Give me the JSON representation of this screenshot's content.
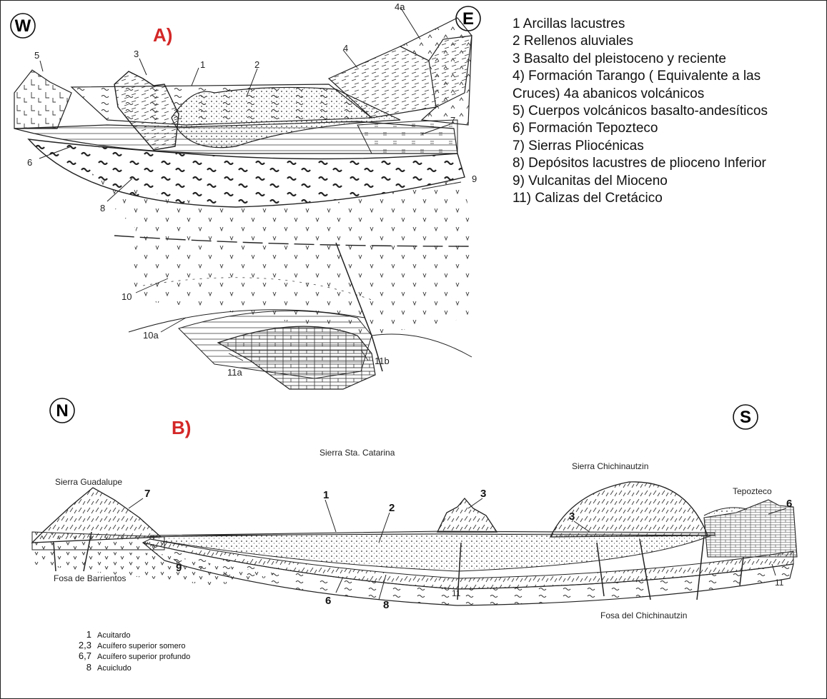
{
  "panel_a": {
    "title": "A)",
    "west_label": "W",
    "east_label": "E",
    "legend": [
      "1 Arcillas lacustres",
      "2 Rellenos aluviales",
      "3 Basalto del pleistoceno y reciente",
      "4) Formación Tarango ( Equivalente a las",
      "Cruces) 4a abanicos volcánicos",
      "5) Cuerpos volcánicos basalto-andesíticos",
      "6) Formación Tepozteco",
      "7) Sierras Pliocénicas",
      "8) Depósitos lacustres de plioceno Inferior",
      "9) Vulcanitas del Mioceno",
      "11) Calizas del Cretácico"
    ],
    "unit_labels": {
      "u1": "1",
      "u2": "2",
      "u3": "3",
      "u4": "4",
      "u4a": "4a",
      "u5": "5",
      "u6": "6",
      "u7": "7",
      "u8": "8",
      "u9": "9",
      "u10": "10",
      "u10a": "10a",
      "u11a": "11a",
      "u11b": "11b"
    }
  },
  "panel_b": {
    "title": "B)",
    "north_label": "N",
    "south_label": "S",
    "places": {
      "sierra_guadalupe": "Sierra Guadalupe",
      "sierra_sta_catarina": "Sierra Sta. Catarina",
      "sierra_chichinautzin": "Sierra Chichinautzin",
      "tepozteco": "Tepozteco",
      "fosa_barrientos": "Fosa de Barrientos",
      "fosa_chichinautzin": "Fosa del Chichinautzin"
    },
    "unit_labels": {
      "u1": "1",
      "u2": "2",
      "u3a": "3",
      "u3b": "3",
      "u6a": "6",
      "u6b": "6",
      "u7": "7",
      "u8": "8",
      "u9": "9",
      "u11a": "11",
      "u11b": "11"
    },
    "legend": [
      {
        "num": "1",
        "text": "Acuitardo"
      },
      {
        "num": "2,3",
        "text": "Acuífero superior somero"
      },
      {
        "num": "6,7",
        "text": "Acuífero superior profundo"
      },
      {
        "num": "8",
        "text": "Acuicludo"
      }
    ]
  },
  "colors": {
    "title_red": "#d42727",
    "line": "#222222"
  }
}
